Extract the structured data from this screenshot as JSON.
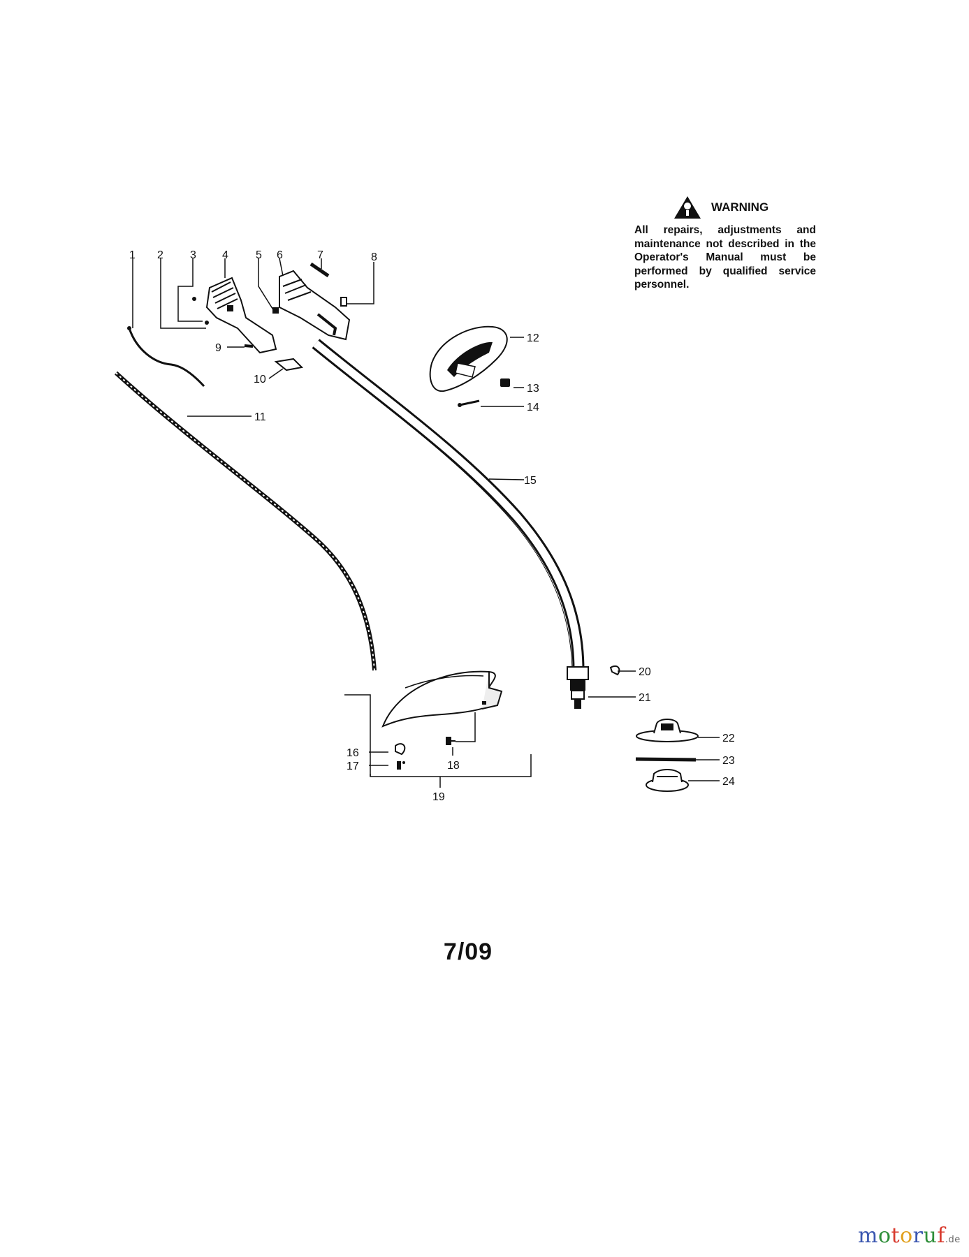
{
  "warning": {
    "icon": "warning-triangle-icon",
    "title": "WARNING",
    "text": "All repairs, adjustments and maintenance not described in the Operator's Manual must be performed by qualified service personnel."
  },
  "page_number": "7/09",
  "watermark": {
    "letters": [
      {
        "char": "m",
        "color": "#3b57b0"
      },
      {
        "char": "o",
        "color": "#2f8f3a"
      },
      {
        "char": "t",
        "color": "#d83a2e"
      },
      {
        "char": "o",
        "color": "#e1a120"
      },
      {
        "char": "r",
        "color": "#3b57b0"
      },
      {
        "char": "u",
        "color": "#2f8f3a"
      },
      {
        "char": "f",
        "color": "#d83a2e"
      }
    ],
    "suffix": ".de"
  },
  "parts": {
    "p1": "1",
    "p2": "2",
    "p3": "3",
    "p4": "4",
    "p5": "5",
    "p6": "6",
    "p7": "7",
    "p8": "8",
    "p9": "9",
    "p10": "10",
    "p11": "11",
    "p12": "12",
    "p13": "13",
    "p14": "14",
    "p15": "15",
    "p16": "16",
    "p17": "17",
    "p18": "18",
    "p19": "19",
    "p20": "20",
    "p21": "21",
    "p22": "22",
    "p23": "23",
    "p24": "24"
  }
}
